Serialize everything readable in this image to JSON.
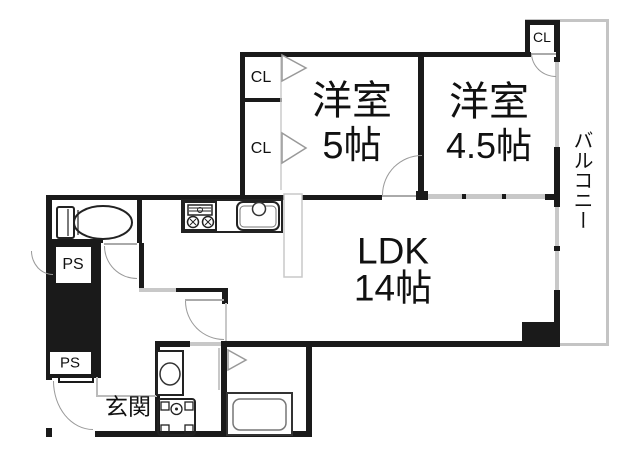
{
  "rooms": {
    "western5": {
      "label": "洋室",
      "size": "5帖"
    },
    "western45": {
      "label": "洋室",
      "size": "4.5帖"
    },
    "ldk": {
      "label": "LDK",
      "size": "14帖"
    },
    "entrance": {
      "label": "玄関"
    },
    "balcony": {
      "label": "バルコニー"
    }
  },
  "labels": {
    "closet": "CL",
    "pipe_space": "PS"
  },
  "colors": {
    "wall": "#1a1a1a",
    "window_line": "#c8c8c8",
    "door_arc": "#999999",
    "balcony_rail": "#c4c4c4",
    "background": "#ffffff"
  },
  "fixtures": [
    "toilet",
    "kitchen-stove",
    "kitchen-sink",
    "washbasin",
    "washing-machine",
    "bathtub"
  ]
}
